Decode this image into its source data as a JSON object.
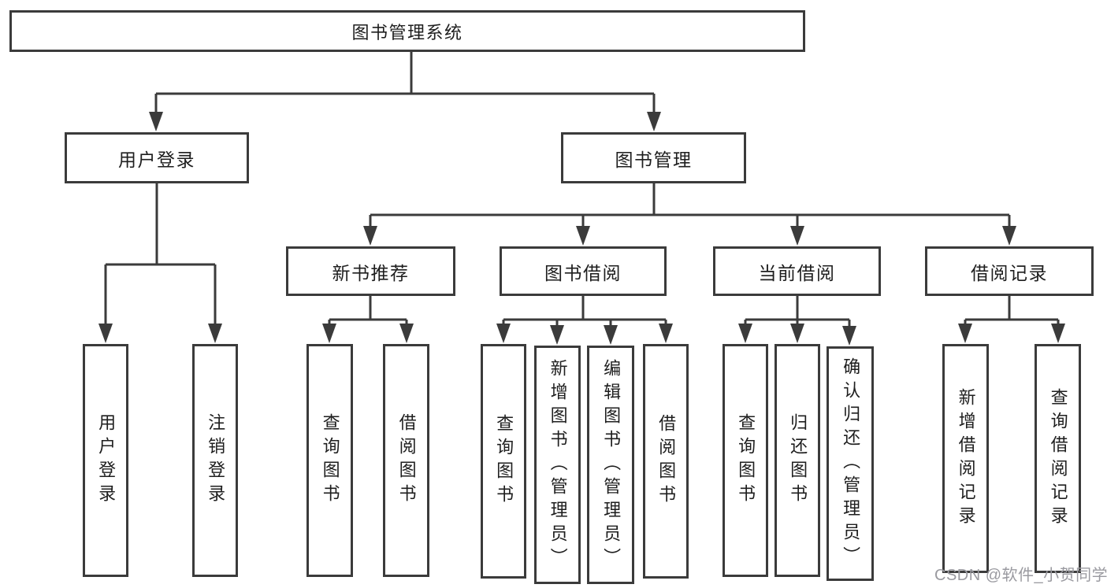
{
  "diagram": {
    "root_label": "图书管理系统",
    "level2": {
      "user_login": "用户登录",
      "book_management": "图书管理"
    },
    "level3": {
      "new_book_recommend": "新书推荐",
      "book_borrow": "图书借阅",
      "current_borrow": "当前借阅",
      "borrow_records": "借阅记录"
    },
    "leaves": {
      "user_login": [
        "用户登录",
        "注销登录"
      ],
      "new_book_recommend": [
        "查询图书",
        "借阅图书"
      ],
      "book_borrow": [
        "查询图书",
        "新增图书（管理员）",
        "编辑图书（管理员）",
        "借阅图书"
      ],
      "current_borrow": [
        "查询图书",
        "归还图书",
        "确认归还（管理员）"
      ],
      "borrow_records": [
        "新增借阅记录",
        "查询借阅记录"
      ]
    },
    "watermark": "CSDN @软件_小贺同学",
    "colors": {
      "line": "#3b3b3b",
      "text": "#1e1e1e",
      "watermark": "#9a9aa0",
      "background": "#ffffff"
    }
  }
}
